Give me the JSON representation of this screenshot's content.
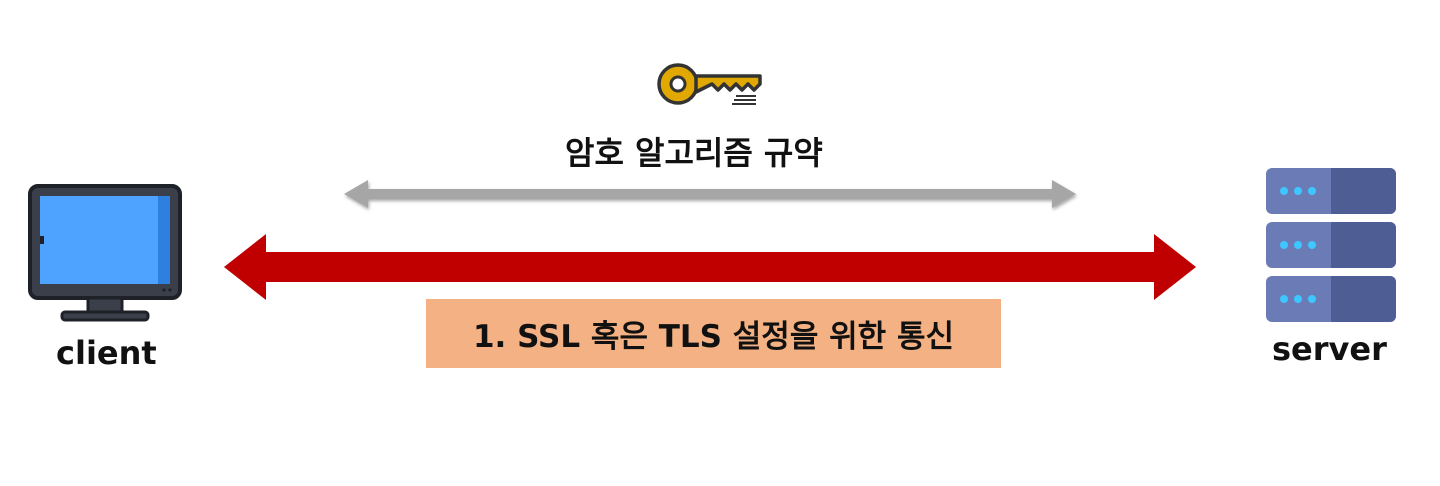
{
  "labels": {
    "client": "client",
    "server": "server",
    "algorithm_agreement": "암호 알고리즘 규약",
    "step_1": "1. SSL 혹은 TLS 설정을 위한 통신"
  },
  "icons": {
    "client": "computer-monitor-icon",
    "server": "server-rack-icon",
    "key": "key-icon"
  },
  "colors": {
    "red_arrow": "#c00000",
    "gray_arrow": "#a6a6a6",
    "step_box": "#f4b183",
    "key_gold": "#e0a800",
    "screen_blue": "#4da3ff",
    "server_body": "#4f5d95"
  }
}
